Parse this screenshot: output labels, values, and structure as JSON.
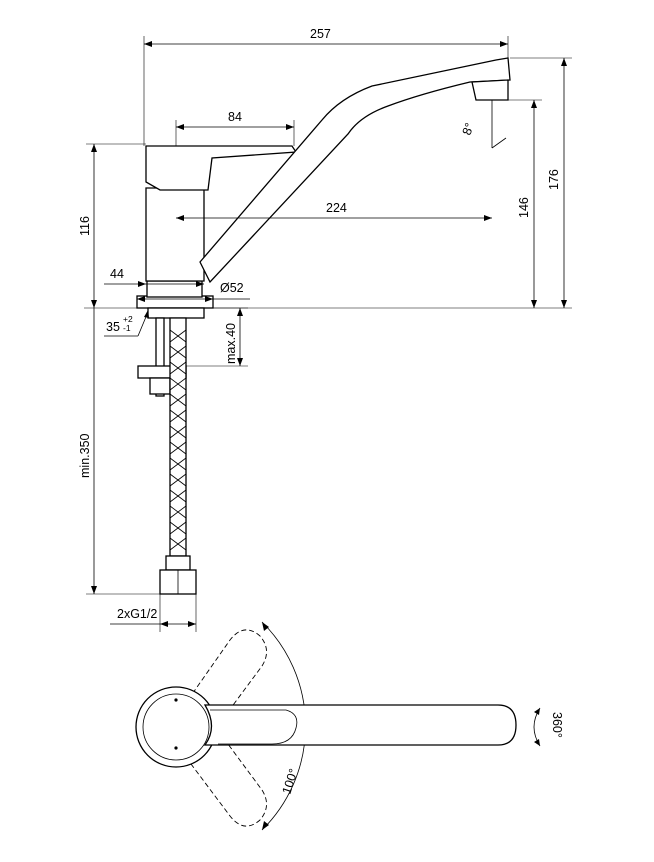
{
  "dimensions": {
    "overall_length": "257",
    "lever_length": "84",
    "spout_reach": "224",
    "body_height": "116",
    "spout_height": "146",
    "total_height": "176",
    "body_width": "44",
    "base_diameter": "Ø52",
    "hole_diameter": "35",
    "hole_tol_upper": "+2",
    "hole_tol_lower": "-1",
    "max_thickness": "max.40",
    "hose_length": "min.350",
    "connection": "2xG1/2",
    "spout_angle": "8°",
    "lever_rotation": "100°",
    "spout_rotation": "360°"
  }
}
